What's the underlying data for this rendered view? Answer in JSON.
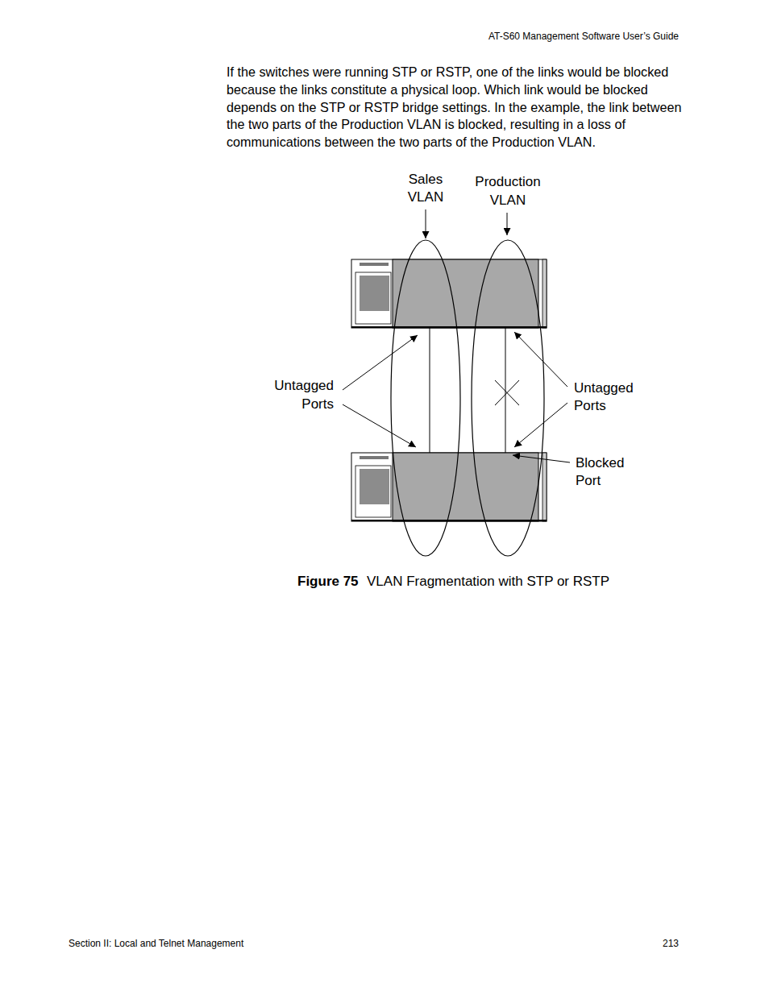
{
  "diagram": {
    "caption": "VLAN Fragmentation with STP or RSTP",
    "labels": [
      "AT-S60 Management Software User’s Guide",
      "If the switches were running STP or RSTP, one of the links would be blocked because the links constitute a physical loop. Which link would be blocked depends on the STP or RSTP bridge settings. In the example, the link between the two parts of the Production VLAN is blocked, resulting in a loss of communications between the two parts of the Production VLAN.",
      "Sales VLAN",
      "Production VLAN",
      "Untagged Ports",
      "Untagged Ports",
      "Blocked Port",
      "Figure 75",
      "Section II: Local and Telnet Management",
      "213"
    ]
  }
}
